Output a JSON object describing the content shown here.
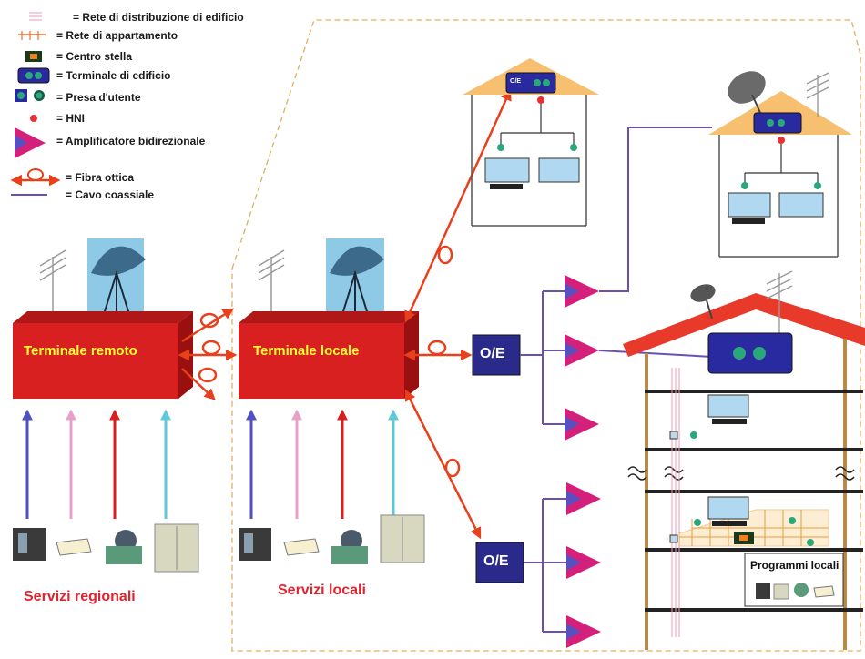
{
  "legend": {
    "items": [
      {
        "label": "= Rete di distribuzione di edificio"
      },
      {
        "label": "= Rete di appartamento"
      },
      {
        "label": "= Centro stella"
      },
      {
        "label": "= Terminale di edificio"
      },
      {
        "label": "= Presa d'utente"
      },
      {
        "label": "= HNI"
      },
      {
        "label": "= Amplificatore bidirezionale"
      },
      {
        "label": "= Fibra ottica"
      },
      {
        "label": "= Cavo coassiale"
      }
    ]
  },
  "nodes": {
    "remote_terminal": "Terminale remoto",
    "local_terminal": "Terminale locale",
    "oe_top": "O/E",
    "oe_bottom": "O/E",
    "house_oe": "O/E"
  },
  "services": {
    "regional": "Servizi regionali",
    "local": "Servizi locali"
  },
  "building": {
    "local_programs": "Programmi locali"
  },
  "colors": {
    "fiber": "#e8401c",
    "coax": "#6a4fb5",
    "terminal_box": "#d82020",
    "oe_box": "#2a2a8a",
    "amplifier": "#d4207a",
    "roof": "#e83a2a",
    "service_text": "#e0232f"
  }
}
